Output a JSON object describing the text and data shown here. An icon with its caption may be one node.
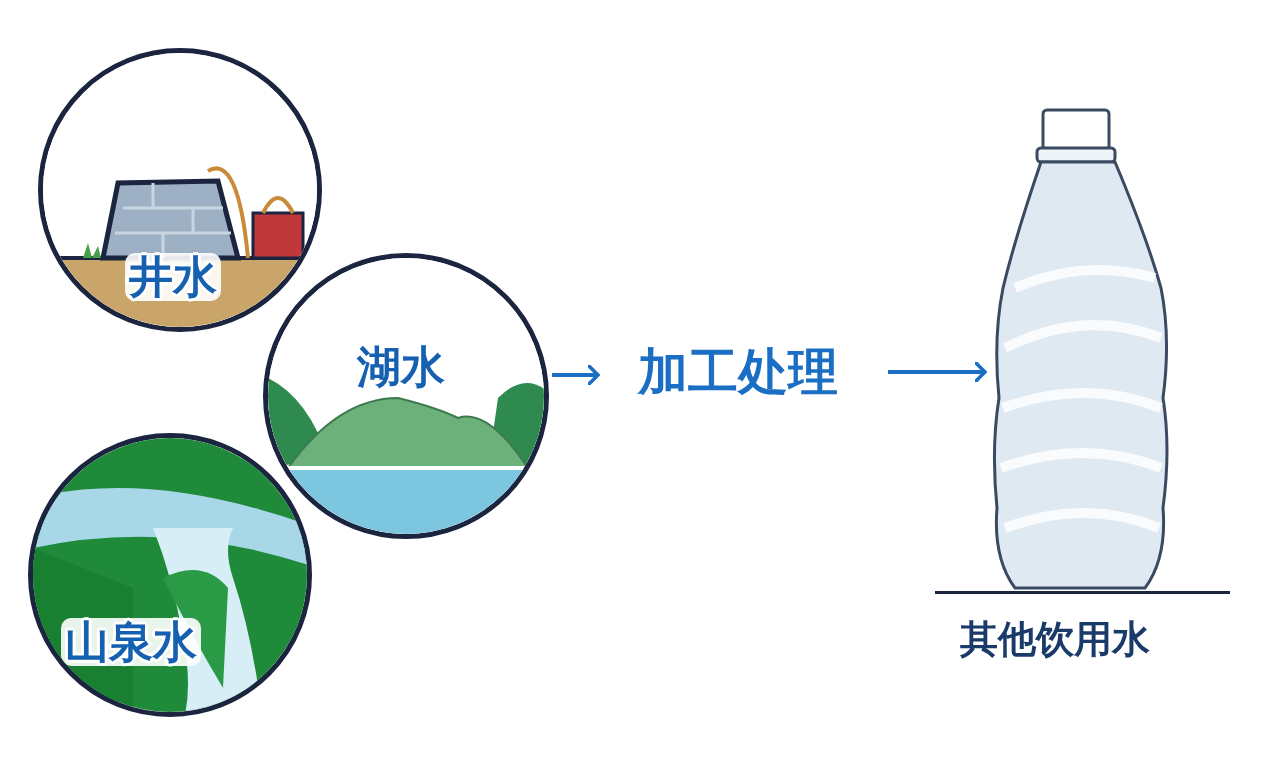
{
  "diagram": {
    "nodes": [
      {
        "text": [
          "井水"
        ]
      },
      {
        "text": [
          "湖水"
        ]
      },
      {
        "text": [
          "山泉水"
        ]
      },
      {
        "text": [
          "加工处理"
        ]
      },
      {
        "text": [],
        "shape": "picture",
        "beside": [
          "其他饮用水"
        ]
      }
    ],
    "edges": [
      {
        "from": 1,
        "to": 3,
        "arrow": "to"
      },
      {
        "from": 3,
        "to": 4,
        "arrow": "to"
      }
    ]
  }
}
